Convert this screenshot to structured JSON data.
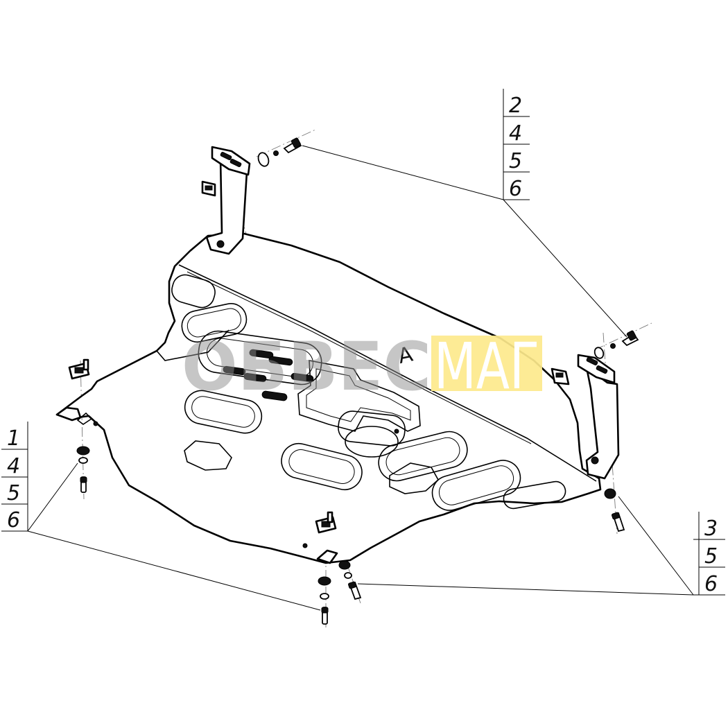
{
  "diagram": {
    "callouts": [
      {
        "id": "top-right",
        "numbers": [
          "2",
          "4",
          "5",
          "6"
        ]
      },
      {
        "id": "left",
        "numbers": [
          "1",
          "4",
          "5",
          "6"
        ]
      },
      {
        "id": "bottom-right",
        "numbers": [
          "3",
          "5",
          "6"
        ]
      }
    ],
    "plate_marking": "A",
    "watermark": {
      "dark": "ОБВЕС",
      "light": "МАГ",
      "light_background": "#fde98c",
      "dark_color": "#8e8e8e"
    }
  }
}
